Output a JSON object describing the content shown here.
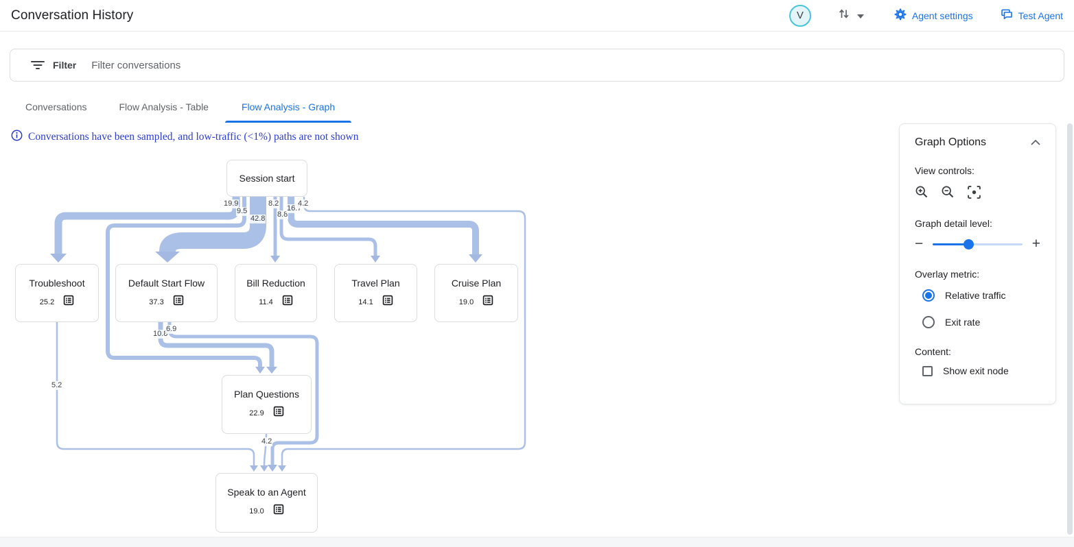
{
  "header": {
    "title": "Conversation History",
    "avatar_initial": "V",
    "agent_settings_label": "Agent settings",
    "test_agent_label": "Test Agent"
  },
  "filter_bar": {
    "filter_label": "Filter",
    "placeholder": "Filter conversations"
  },
  "tabs": [
    {
      "label": "Conversations",
      "active": false
    },
    {
      "label": "Flow Analysis - Table",
      "active": false
    },
    {
      "label": "Flow Analysis - Graph",
      "active": true
    }
  ],
  "notice": {
    "text": "Conversations have been sampled, and low-traffic (<1%) paths are not shown"
  },
  "graph": {
    "nodes": [
      {
        "id": "session-start",
        "label": "Session start",
        "value": ""
      },
      {
        "id": "troubleshoot",
        "label": "Troubleshoot",
        "value": "25.2"
      },
      {
        "id": "default-start-flow",
        "label": "Default Start Flow",
        "value": "37.3"
      },
      {
        "id": "bill-reduction",
        "label": "Bill Reduction",
        "value": "11.4"
      },
      {
        "id": "travel-plan",
        "label": "Travel Plan",
        "value": "14.1"
      },
      {
        "id": "cruise-plan",
        "label": "Cruise Plan",
        "value": "19.0"
      },
      {
        "id": "plan-questions",
        "label": "Plan Questions",
        "value": "22.9"
      },
      {
        "id": "speak-to-an-agent",
        "label": "Speak to an Agent",
        "value": "19.0"
      }
    ],
    "edges": [
      {
        "from": "Session start",
        "to": "Troubleshoot",
        "value": "19.9"
      },
      {
        "from": "Session start",
        "to": "Plan Questions",
        "value": "9.5"
      },
      {
        "from": "Session start",
        "to": "Default Start Flow",
        "value": "42.8"
      },
      {
        "from": "Session start",
        "to": "Bill Reduction",
        "value": "8.2"
      },
      {
        "from": "Session start",
        "to": "Travel Plan",
        "value": "8.8"
      },
      {
        "from": "Session start",
        "to": "Cruise Plan",
        "value": "16.7"
      },
      {
        "from": "Session start",
        "to": "Speak to an Agent",
        "value": "4.2"
      },
      {
        "from": "Default Start Flow",
        "to": "Plan Questions",
        "value": "10.8"
      },
      {
        "from": "Default Start Flow",
        "to": "Speak to an Agent",
        "value": "6.9"
      },
      {
        "from": "Troubleshoot",
        "to": "Speak to an Agent",
        "value": "5.2"
      },
      {
        "from": "Plan Questions",
        "to": "Speak to an Agent",
        "value": "4.2"
      }
    ]
  },
  "graph_options": {
    "title": "Graph Options",
    "view_controls_label": "View controls:",
    "detail_label": "Graph detail level:",
    "detail_slider_percent": 40,
    "overlay_label": "Overlay metric:",
    "overlay_options": [
      {
        "label": "Relative traffic",
        "selected": true
      },
      {
        "label": "Exit rate",
        "selected": false
      }
    ],
    "content_label": "Content:",
    "show_exit_node_label": "Show exit node",
    "show_exit_node_checked": false
  },
  "colors": {
    "accent": "#1a73e8",
    "edge_band": "#abc0e6",
    "edge_arrow": "#a3b9e2",
    "notice_blue": "#2b3bd2",
    "avatar_ring": "#49c3da",
    "border": "#dadce0"
  }
}
